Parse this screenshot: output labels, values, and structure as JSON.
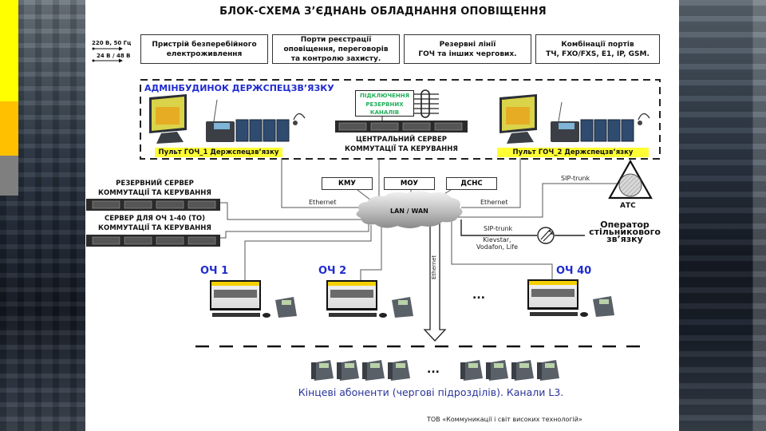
{
  "title": "БЛОК-СХЕМА З’ЄДНАНЬ ОБЛАДНАННЯ ОПОВІЩЕННЯ",
  "power_labels": [
    "220 В, 50 Гц",
    "24 В / 48 В"
  ],
  "top_boxes": [
    "Пристрій безперебійного\nелектроживлення",
    "Порти  реєстрації\nоповіщення, переговорів\nта контролю захисту.",
    "Резервні лінії\nГОЧ та інших чергових.",
    "Комбінації портів\nТЧ, FXO/FXS, E1, IP, GSM."
  ],
  "admin_building": {
    "title": "АДМІНБУДИНОК ДЕРЖСПЕЦЗВ’ЯЗКУ",
    "console_1": "Пульт ГОЧ_1 Держспецзв’язку",
    "console_2": "Пульт ГОЧ_2 Держспецзв’язку",
    "backup_channels": "ПІДКЛЮЧЕННЯ\nРЕЗЕРВНИХ\nКАНАЛІВ",
    "central_server": "ЦЕНТРАЛЬНИЙ СЕРВЕР\nКОММУТАЦІЇ ТА КЕРУВАННЯ"
  },
  "servers": {
    "backup_server": "РЕЗЕРВНИЙ СЕРВЕР\nКОММУТАЦІЇ ТА КЕРУВАННЯ",
    "och_server": "СЕРВЕР ДЛЯ ОЧ 1-40 (ТО)\nКОММУТАЦІЇ ТА КЕРУВАННЯ"
  },
  "network": {
    "cloud": "LAN / WAN",
    "nodes": [
      "КМУ",
      "МОУ",
      "ДСНС"
    ],
    "ethernet_left": "Ethernet",
    "ethernet_right": "Ethernet",
    "ethernet_vertical": "Ethernet",
    "sip_trunk_atc": "SIP-trunk",
    "sip_trunk_mobile": "SIP-trunk",
    "mobile_operators": "Kievstar,\nVodafon, Life",
    "atc": "АТС",
    "mobile_operator": "Оператор\nстільникового\nзв’язку"
  },
  "duty_stations": [
    "ОЧ 1",
    "ОЧ 2",
    "ОЧ 40"
  ],
  "ellipsis": "...",
  "end_subscribers": "Кінцеві абоненти (чергові підрозділів). Канали L3.",
  "footer": "ТОВ «Коммуникації і світ високих технологій»",
  "colors": {
    "accent_yellow": "#ffff00",
    "accent_orange": "#ffc000",
    "accent_gray": "#7f7f7f",
    "heading_blue": "#1f2bd0",
    "channel_green": "#22b05a",
    "console_label_bg": "#ffff33"
  }
}
